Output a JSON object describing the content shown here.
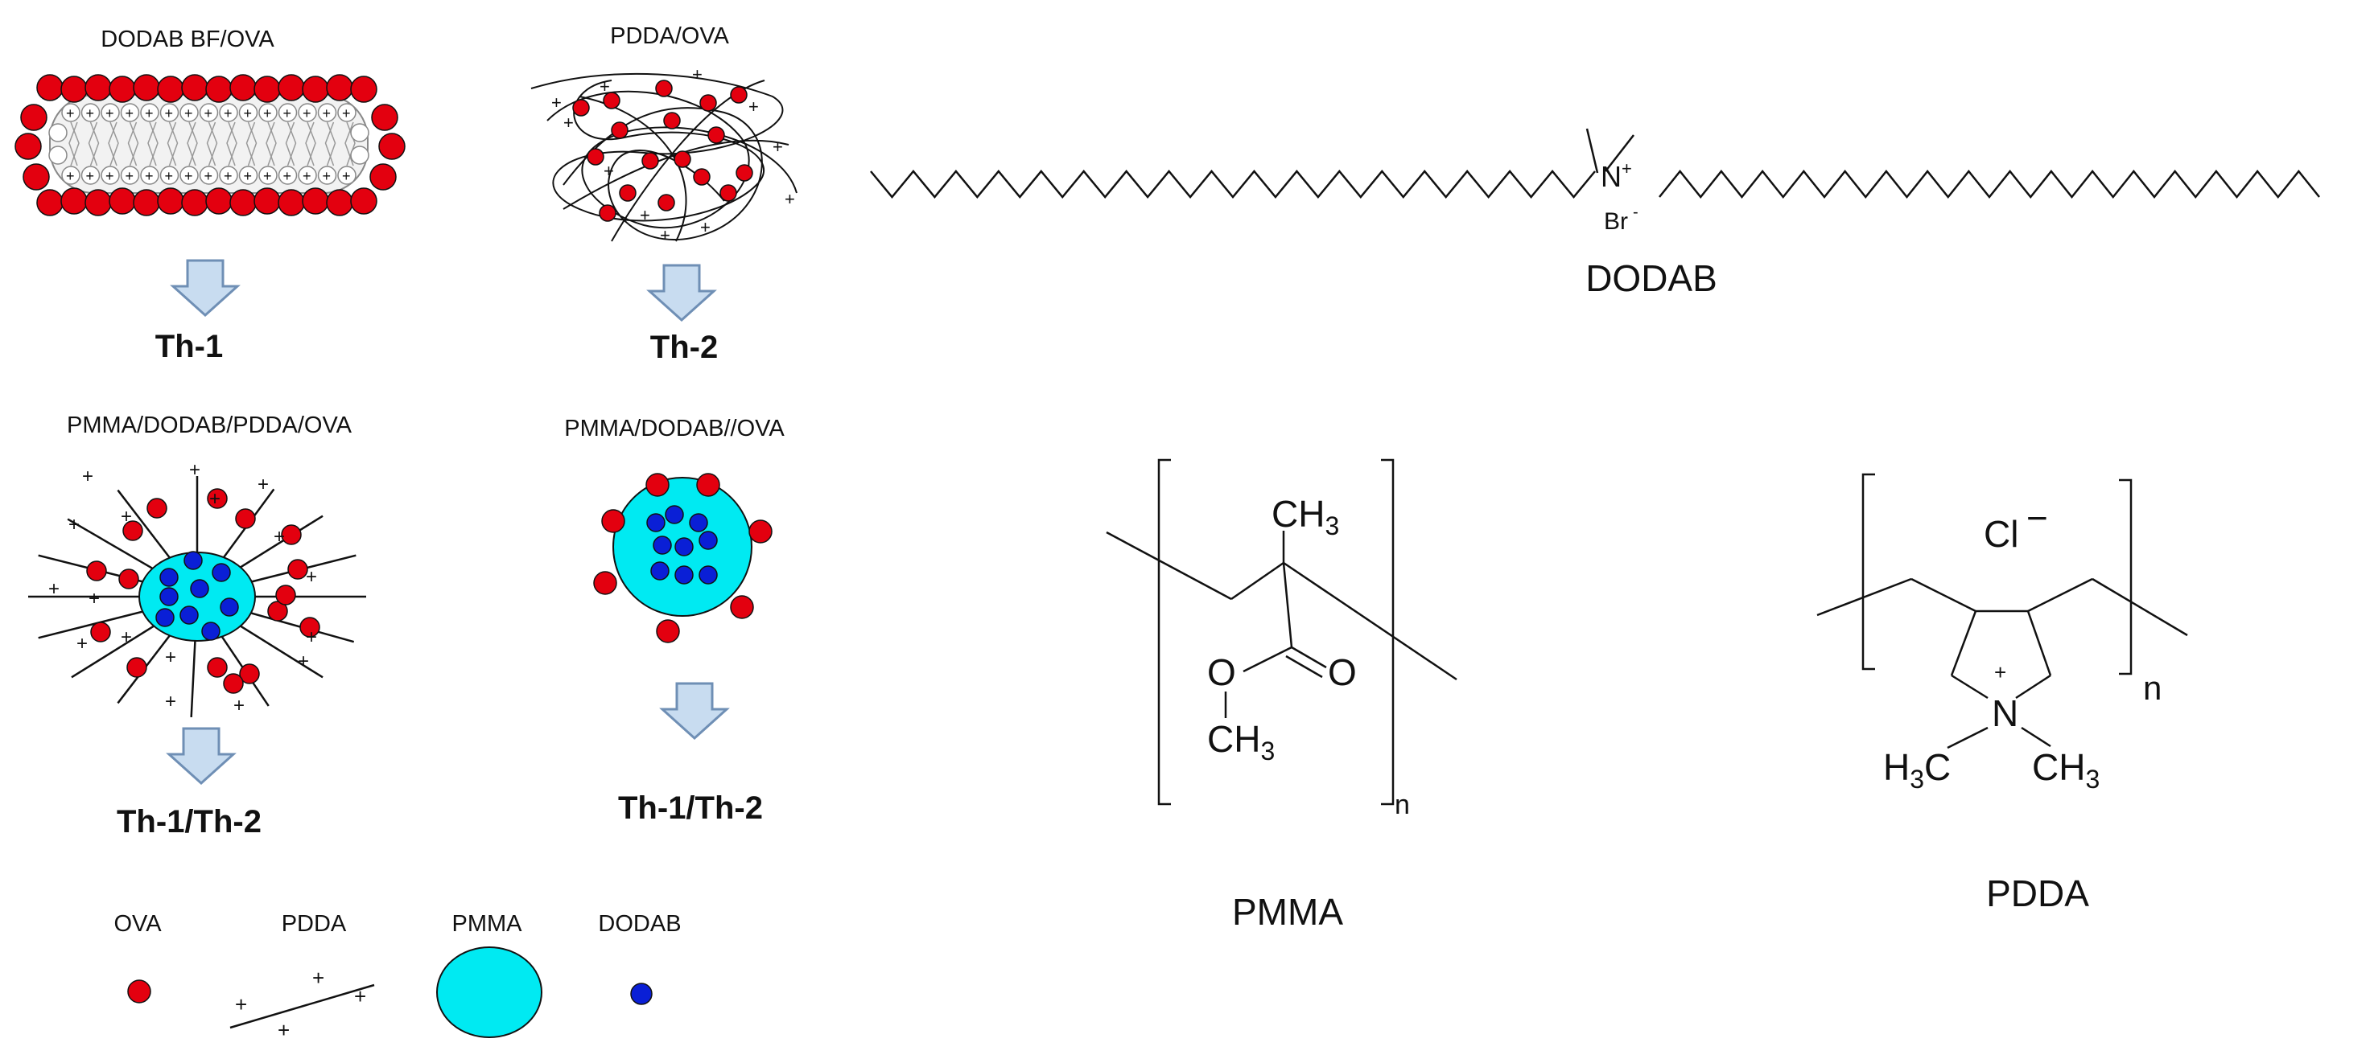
{
  "diagram": {
    "formulations": {
      "dodab_bf_ova": {
        "label": "DODAB BF/OVA",
        "response": "Th-1"
      },
      "pdda_ova": {
        "label": "PDDA/OVA",
        "response": "Th-2"
      },
      "pmma_dodab_pdda_ova": {
        "label": "PMMA/DODAB/PDDA/OVA",
        "response": "Th-1/Th-2"
      },
      "pmma_dodab_ova": {
        "label": "PMMA/DODAB//OVA",
        "response": "Th-1/Th-2"
      }
    },
    "legend": {
      "ova": "OVA",
      "pdda": "PDDA",
      "pmma": "PMMA",
      "dodab": "DODAB"
    },
    "structures": {
      "dodab": {
        "name": "DODAB",
        "cation": "N",
        "cation_charge": "+",
        "anion": "Br",
        "anion_charge": "-"
      },
      "pmma": {
        "name": "PMMA",
        "methyl": "CH",
        "methyl_sub": "3",
        "carbonyl_o": "O",
        "ester_o": "O",
        "ester_methyl": "CH",
        "ester_methyl_sub": "3",
        "repeat": "n"
      },
      "pdda": {
        "name": "PDDA",
        "counterion": "Cl",
        "counterion_charge": "−",
        "nitrogen": "N",
        "n_charge": "+",
        "left_methyl_h": "H",
        "left_methyl_sub": "3",
        "left_methyl_c": "C",
        "right_methyl": "CH",
        "right_methyl_sub": "3",
        "repeat": "n"
      }
    },
    "colors": {
      "ova": "#e3000f",
      "pmma": "#00eaf2",
      "dodab": "#0a1fd6",
      "arrow_fill": "#c8dcf0",
      "arrow_stroke": "#6f8fb5"
    },
    "icons": {
      "arrow": "down-arrow-icon",
      "bilayer": "lipid-bilayer-icon",
      "polymer": "polymer-coil-icon",
      "particle": "particle-icon"
    }
  }
}
